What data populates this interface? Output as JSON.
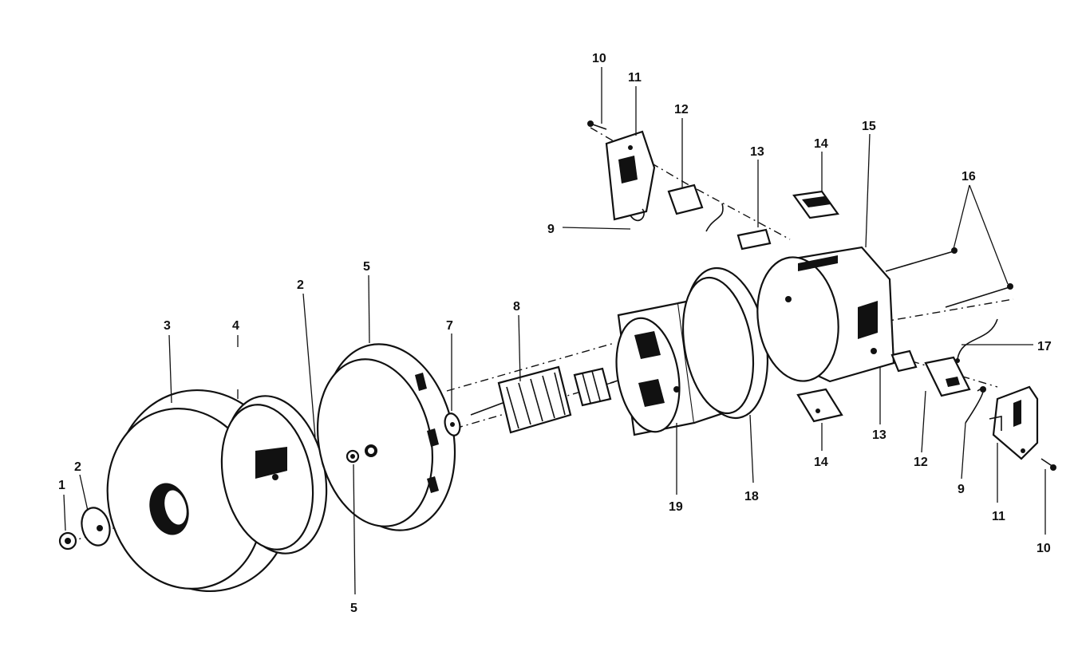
{
  "diagram": {
    "callouts": [
      {
        "id": "c1",
        "text": "1"
      },
      {
        "id": "c2a",
        "text": "2"
      },
      {
        "id": "c3",
        "text": "3"
      },
      {
        "id": "c4",
        "text": "4"
      },
      {
        "id": "c2b",
        "text": "2"
      },
      {
        "id": "c5a",
        "text": "5"
      },
      {
        "id": "c5b",
        "text": "5"
      },
      {
        "id": "c7",
        "text": "7"
      },
      {
        "id": "c8",
        "text": "8"
      },
      {
        "id": "c9a",
        "text": "9"
      },
      {
        "id": "c10a",
        "text": "10"
      },
      {
        "id": "c11a",
        "text": "11"
      },
      {
        "id": "c12a",
        "text": "12"
      },
      {
        "id": "c13a",
        "text": "13"
      },
      {
        "id": "c14a",
        "text": "14"
      },
      {
        "id": "c15",
        "text": "15"
      },
      {
        "id": "c16",
        "text": "16"
      },
      {
        "id": "c17",
        "text": "17"
      },
      {
        "id": "c13b",
        "text": "13"
      },
      {
        "id": "c12b",
        "text": "12"
      },
      {
        "id": "c9b",
        "text": "9"
      },
      {
        "id": "c11b",
        "text": "11"
      },
      {
        "id": "c10b",
        "text": "10"
      },
      {
        "id": "c14b",
        "text": "14"
      },
      {
        "id": "c18",
        "text": "18"
      },
      {
        "id": "c19",
        "text": "19"
      }
    ]
  }
}
